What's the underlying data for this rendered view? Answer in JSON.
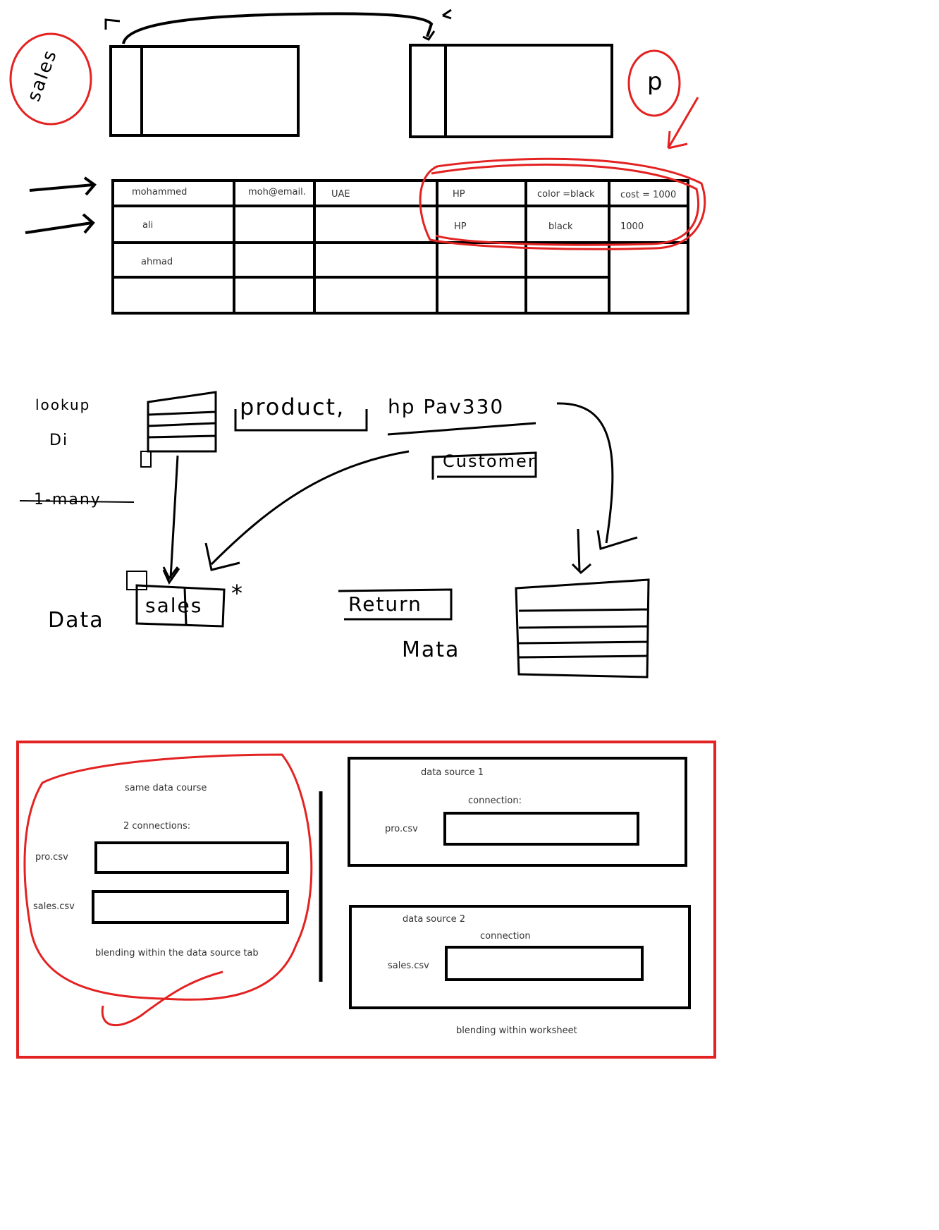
{
  "annotations": {
    "sales_circle": "sales",
    "p_circle": "p",
    "lookup_label": "lookup",
    "di_label": "Di",
    "one_many": "1-many",
    "product_label": "product,",
    "hp_model": "hp Pav330",
    "customer_label": "Customer",
    "data_label": "Data",
    "sales_box": "sales",
    "return_label": "Return",
    "mata_label": "Mata",
    "star": "*"
  },
  "table": {
    "rows": [
      [
        "mohammed",
        "moh@email.",
        "UAE",
        "HP",
        "color  =black",
        "cost = 1000"
      ],
      [
        "ali",
        "",
        "",
        "HP",
        "black",
        "1000"
      ],
      [
        "ahmad",
        "",
        "",
        "",
        "",
        ""
      ],
      [
        "",
        "",
        "",
        "",
        "",
        ""
      ]
    ]
  },
  "blending": {
    "left": {
      "title": "same data course",
      "connections_label": "2   connections:",
      "field1_label": "pro.csv",
      "field2_label": "sales.csv",
      "footer": "blending within the data    source tab"
    },
    "right": {
      "source1_title": "data source 1",
      "source1_connection": "connection:",
      "source1_file": "pro.csv",
      "source2_title": "data source 2",
      "source2_connection": "connection",
      "source2_file": "sales.csv",
      "footer": "blending within  worksheet"
    }
  },
  "colors": {
    "ink": "#000000",
    "highlight": "#e32222"
  }
}
